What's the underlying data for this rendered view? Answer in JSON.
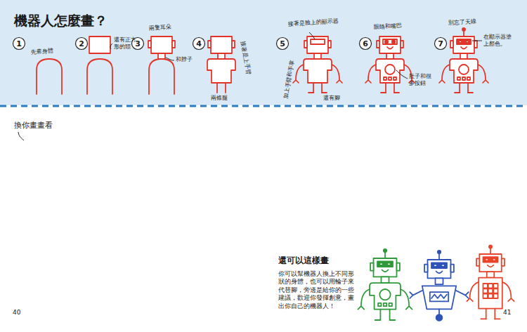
{
  "diagram": {
    "title": "機器人怎麼畫？",
    "labels": [
      "1",
      "先畫身體",
      "2",
      "還有正方形的頭",
      "3",
      "兩隻耳朵",
      "和脖子",
      "4",
      "接著是上手臂",
      "兩條腿",
      "5",
      "接著是臉上的顯示器",
      "加上手臂和手掌",
      "還有腳",
      "6",
      "眼睛和嘴巴",
      "肚子和很多按鈕",
      "7",
      "別忘了天線",
      "在顯示器塗上顏色。",
      "換你畫畫看",
      "還可以這樣畫",
      "你可以幫機器人換上不同形狀的身體，也可以用輪子來代替腳，旁邊是給你的一些建議，歡迎你發揮創意，畫出你自己的機器人！",
      "40",
      "41"
    ]
  }
}
